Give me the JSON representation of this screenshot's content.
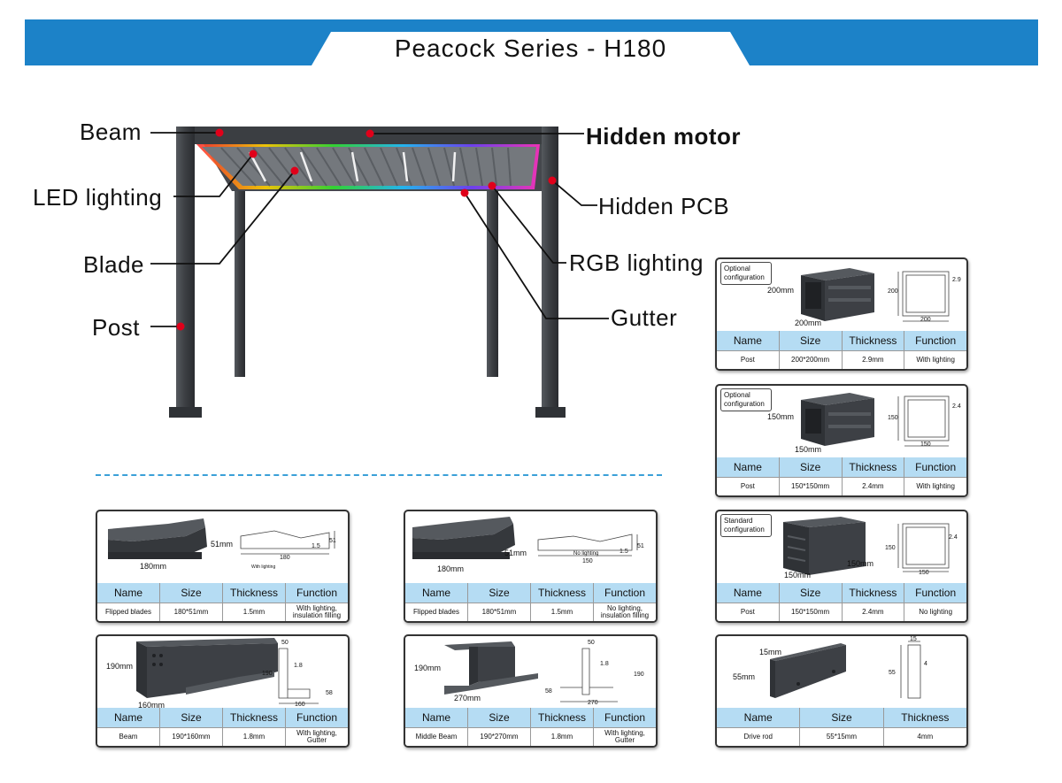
{
  "title": "Peacock Series - H180",
  "callouts": {
    "beam": "Beam",
    "led": "LED lighting",
    "blade": "Blade",
    "post": "Post",
    "motor": "Hidden motor",
    "pcb": "Hidden PCB",
    "rgb": "RGB lighting",
    "gutter": "Gutter"
  },
  "colors": {
    "banner": "#1c82c8",
    "header_cell": "#b5dcf3",
    "marker": "#e0001a",
    "frame": "#3b3e42"
  },
  "table_headers": {
    "name": "Name",
    "size": "Size",
    "thickness": "Thickness",
    "function": "Function"
  },
  "cards": {
    "post200": {
      "config": [
        "Optional",
        "configuration"
      ],
      "dims": [
        "200mm",
        "200mm",
        "200",
        "2.9",
        "200"
      ],
      "row": {
        "name": "Post",
        "size": "200*200mm",
        "thickness": "2.9mm",
        "function": "With lighting"
      }
    },
    "post150a": {
      "config": [
        "Optional",
        "configuration"
      ],
      "dims": [
        "150mm",
        "150mm",
        "150",
        "2.4",
        "150"
      ],
      "row": {
        "name": "Post",
        "size": "150*150mm",
        "thickness": "2.4mm",
        "function": "With lighting"
      }
    },
    "post150b": {
      "config": [
        "Standard",
        "configuration"
      ],
      "dims": [
        "150mm",
        "150mm",
        "150",
        "2.4",
        "150"
      ],
      "row": {
        "name": "Post",
        "size": "150*150mm",
        "thickness": "2.4mm",
        "function": "No lighting"
      }
    },
    "bladeA": {
      "dims": [
        "51mm",
        "180mm",
        "51",
        "1.5",
        "180",
        "With lighting"
      ],
      "row": {
        "name": "Flipped blades",
        "size": "180*51mm",
        "thickness": "1.5mm",
        "function": [
          "With lighting,",
          "insulation filling"
        ]
      }
    },
    "bladeB": {
      "dims": [
        "51mm",
        "180mm",
        "No lighting",
        "51",
        "1.5",
        "150"
      ],
      "row": {
        "name": "Flipped blades",
        "size": "180*51mm",
        "thickness": "1.5mm",
        "function": [
          "No lighting,",
          "insulation filling"
        ]
      }
    },
    "beam": {
      "dims": [
        "190mm",
        "160mm",
        "50",
        "1.8",
        "190",
        "58",
        "160"
      ],
      "row": {
        "name": "Beam",
        "size": "190*160mm",
        "thickness": "1.8mm",
        "function": "With lighting, Gutter"
      }
    },
    "middle": {
      "dims": [
        "190mm",
        "270mm",
        "50",
        "1.8",
        "190",
        "58",
        "270"
      ],
      "row": {
        "name": "Middle Beam",
        "size": "190*270mm",
        "thickness": "1.8mm",
        "function": "With lighting, Gutter"
      }
    },
    "drive": {
      "dims": [
        "15mm",
        "55mm",
        "15",
        "4",
        "55"
      ],
      "row": {
        "name": "Drive rod",
        "size": "55*15mm",
        "thickness": "4mm"
      }
    }
  }
}
